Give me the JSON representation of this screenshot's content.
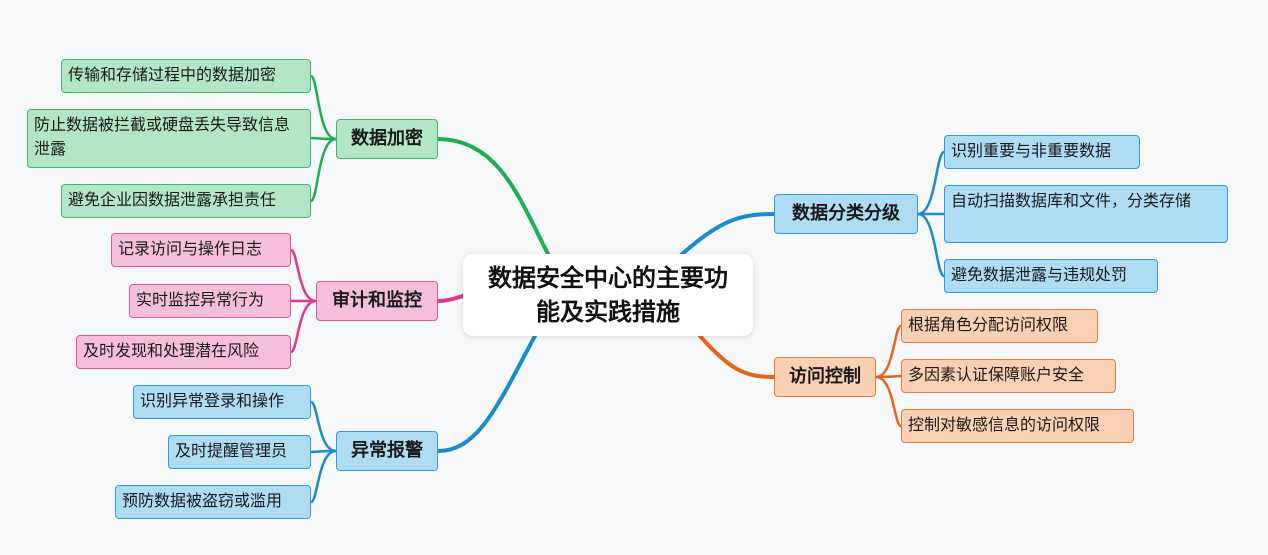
{
  "center": {
    "title": "数据安全中心的主要功能及实践措施"
  },
  "branches": {
    "encryption": {
      "label": "数据加密",
      "items": [
        "传输和存储过程中的数据加密",
        "防止数据被拦截或硬盘丢失导致信息泄露",
        "避免企业因数据泄露承担责任"
      ]
    },
    "audit": {
      "label": "审计和监控",
      "items": [
        "记录访问与操作日志",
        "实时监控异常行为",
        "及时发现和处理潜在风险"
      ]
    },
    "alert": {
      "label": "异常报警",
      "items": [
        "识别异常登录和操作",
        "及时提醒管理员",
        "预防数据被盗窃或滥用"
      ]
    },
    "classification": {
      "label": "数据分类分级",
      "items": [
        "识别重要与非重要数据",
        "自动扫描数据库和文件，分类存储",
        "避免数据泄露与违规处罚"
      ]
    },
    "access": {
      "label": "访问控制",
      "items": [
        "根据角色分配访问权限",
        "多因素认证保障账户安全",
        "控制对敏感信息的访问权限"
      ]
    }
  },
  "colors": {
    "green": "#1fae55",
    "pink": "#e0388a",
    "blue": "#1a8bd0",
    "orange": "#e8631c"
  }
}
